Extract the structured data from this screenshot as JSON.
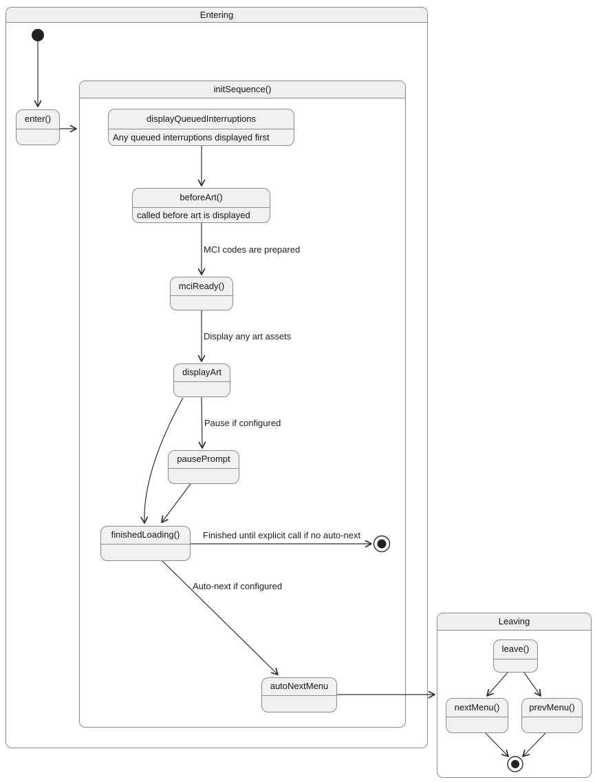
{
  "containers": {
    "entering": {
      "title": "Entering"
    },
    "init_sequence": {
      "title": "initSequence()"
    },
    "leaving": {
      "title": "Leaving"
    }
  },
  "states": {
    "enter": {
      "title": "enter()"
    },
    "display_queued_interruptions": {
      "title": "displayQueuedInterruptions",
      "description": "Any queued interruptions displayed first"
    },
    "before_art": {
      "title": "beforeArt()",
      "description": "called before art is displayed"
    },
    "mci_ready": {
      "title": "mciReady()"
    },
    "display_art": {
      "title": "displayArt"
    },
    "pause_prompt": {
      "title": "pausePrompt"
    },
    "finished_loading": {
      "title": "finishedLoading()"
    },
    "auto_next_menu": {
      "title": "autoNextMenu"
    },
    "leave": {
      "title": "leave()"
    },
    "next_menu": {
      "title": "nextMenu()"
    },
    "prev_menu": {
      "title": "prevMenu()"
    }
  },
  "edge_labels": {
    "mci_codes_prepared": "MCI codes are prepared",
    "display_art_assets": "Display any art assets",
    "pause_if_configured": "Pause if configured",
    "finished_until_explicit": "Finished until explicit call if no auto-next",
    "auto_next_if_configured": "Auto-next if configured"
  },
  "colors": {
    "background": "#ffffff",
    "state_fill": "#f1f1f1",
    "container_header_fill": "#efefef",
    "border": "#8a8a8a",
    "arrow": "#2d2d2d",
    "text": "#141414"
  }
}
